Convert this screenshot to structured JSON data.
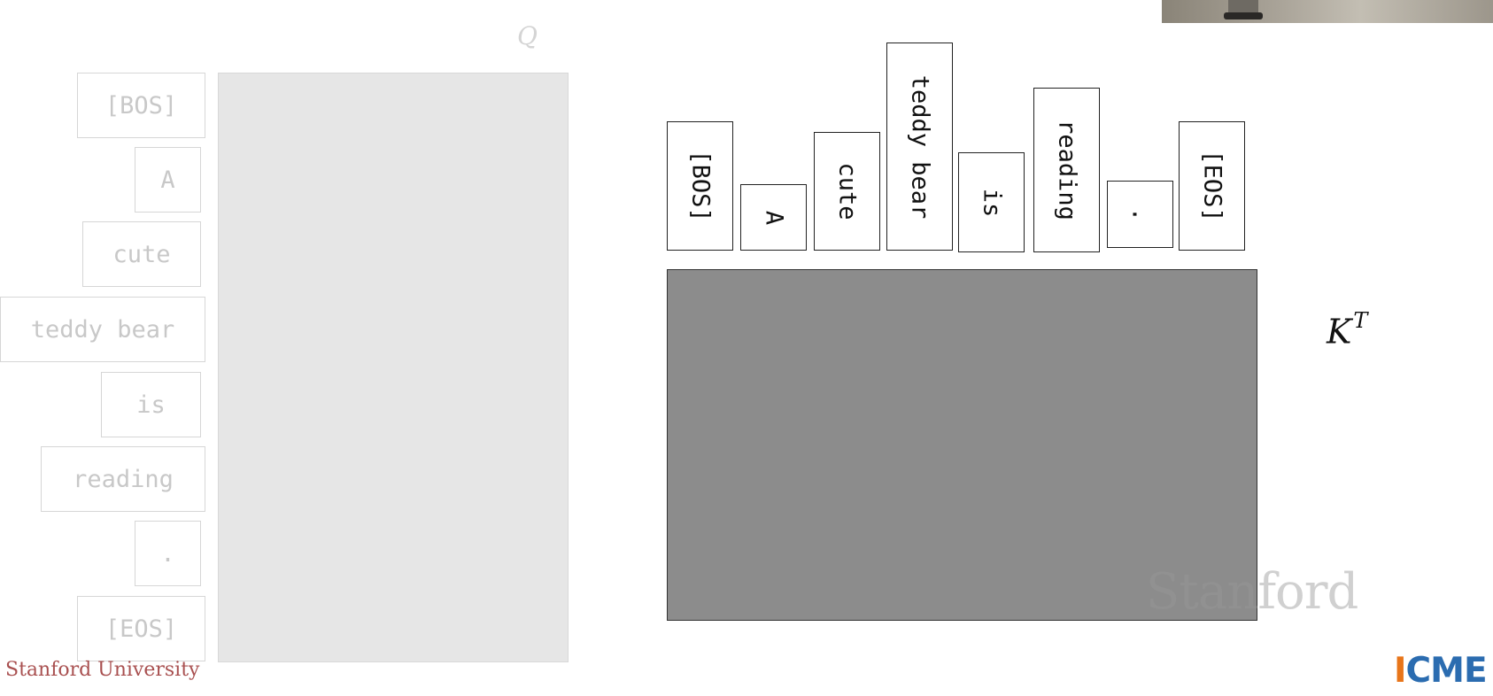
{
  "q": {
    "label": "Q",
    "tokens": [
      "[BOS]",
      "A",
      "cute",
      "teddy bear",
      "is",
      "reading",
      ".",
      "[EOS]"
    ]
  },
  "k": {
    "label": "K",
    "label_sup": "T",
    "tokens": [
      "[BOS]",
      "A",
      "cute",
      "teddy bear",
      "is",
      "reading",
      ".",
      "[EOS]"
    ]
  },
  "watermark": "Stanford",
  "footer": {
    "university": "Stanford University",
    "logo_text": "ICME",
    "logo_colors": [
      "#e8751a",
      "#2b6cb0",
      "#2b6cb0",
      "#2b6cb0"
    ]
  },
  "colors": {
    "k_matrix_fill": "#8c8c8c",
    "q_matrix_fill": "#e6e6e6",
    "university_red": "#8c1515"
  }
}
